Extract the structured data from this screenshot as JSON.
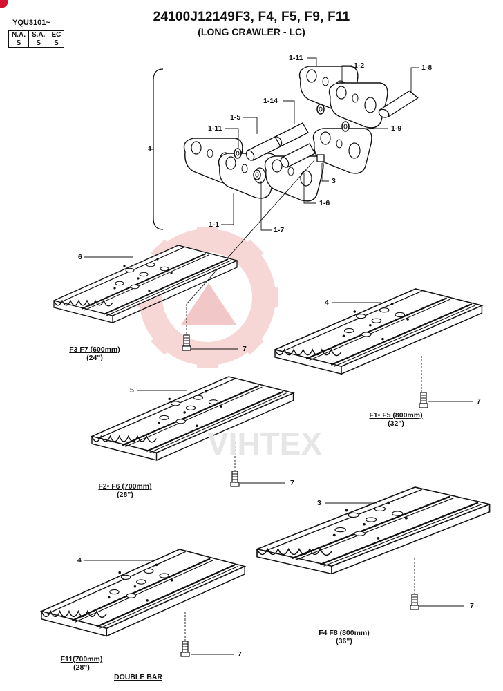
{
  "header": {
    "title": "24100J12149F3, F4, F5, F9, F11",
    "subtitle": "(LONG CRAWLER - LC)",
    "serial": "YQU3101~"
  },
  "applicability": {
    "headers": [
      "N.A.",
      "S.A.",
      "EC"
    ],
    "values": [
      "S",
      "S",
      "S"
    ]
  },
  "watermark": {
    "text": "VIHTEX",
    "color": "#e8a6a6"
  },
  "callouts": {
    "assembly": "1",
    "link_right": "1-2",
    "link_left": "1-1",
    "pin_master": "1-8",
    "bushing_master": "1-5",
    "bushing": "1-6",
    "seal_top": "1-11",
    "seal_left": "1-11",
    "spacer": "1-9",
    "pin": "1-14",
    "nut": "3",
    "ring": "1-7"
  },
  "shoes": [
    {
      "part": "6",
      "bolt": "7",
      "caption": "F3  F7 (600mm)",
      "size": "(24\")"
    },
    {
      "part": "4",
      "bolt": "7",
      "caption": "F1• F5 (800mm)",
      "size": "(32\")"
    },
    {
      "part": "5",
      "bolt": "7",
      "caption": "F2• F6 (700mm)",
      "size": "(28\")"
    },
    {
      "part": "3",
      "bolt": "7",
      "caption": "F4  F8 (800mm)",
      "size": "(36\")"
    },
    {
      "part": "4",
      "bolt": "7",
      "caption": "F11(700mm)",
      "size": "(28\")",
      "note": "DOUBLE BAR"
    }
  ]
}
